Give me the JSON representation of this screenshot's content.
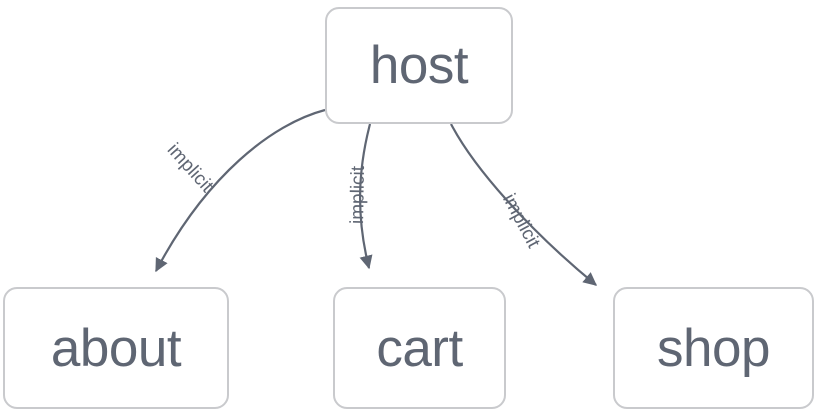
{
  "diagram": {
    "type": "directed-graph",
    "background_color": "#ffffff",
    "node_border_color": "#c9cacd",
    "node_fill_color": "#ffffff",
    "text_color": "#5f6673",
    "edge_color": "#5f6673",
    "nodes": [
      {
        "id": "host",
        "label": "host"
      },
      {
        "id": "about",
        "label": "about"
      },
      {
        "id": "cart",
        "label": "cart"
      },
      {
        "id": "shop",
        "label": "shop"
      }
    ],
    "edges": [
      {
        "from": "host",
        "to": "about",
        "label": "implicit"
      },
      {
        "from": "host",
        "to": "cart",
        "label": "implicit"
      },
      {
        "from": "host",
        "to": "shop",
        "label": "implicit"
      }
    ]
  }
}
